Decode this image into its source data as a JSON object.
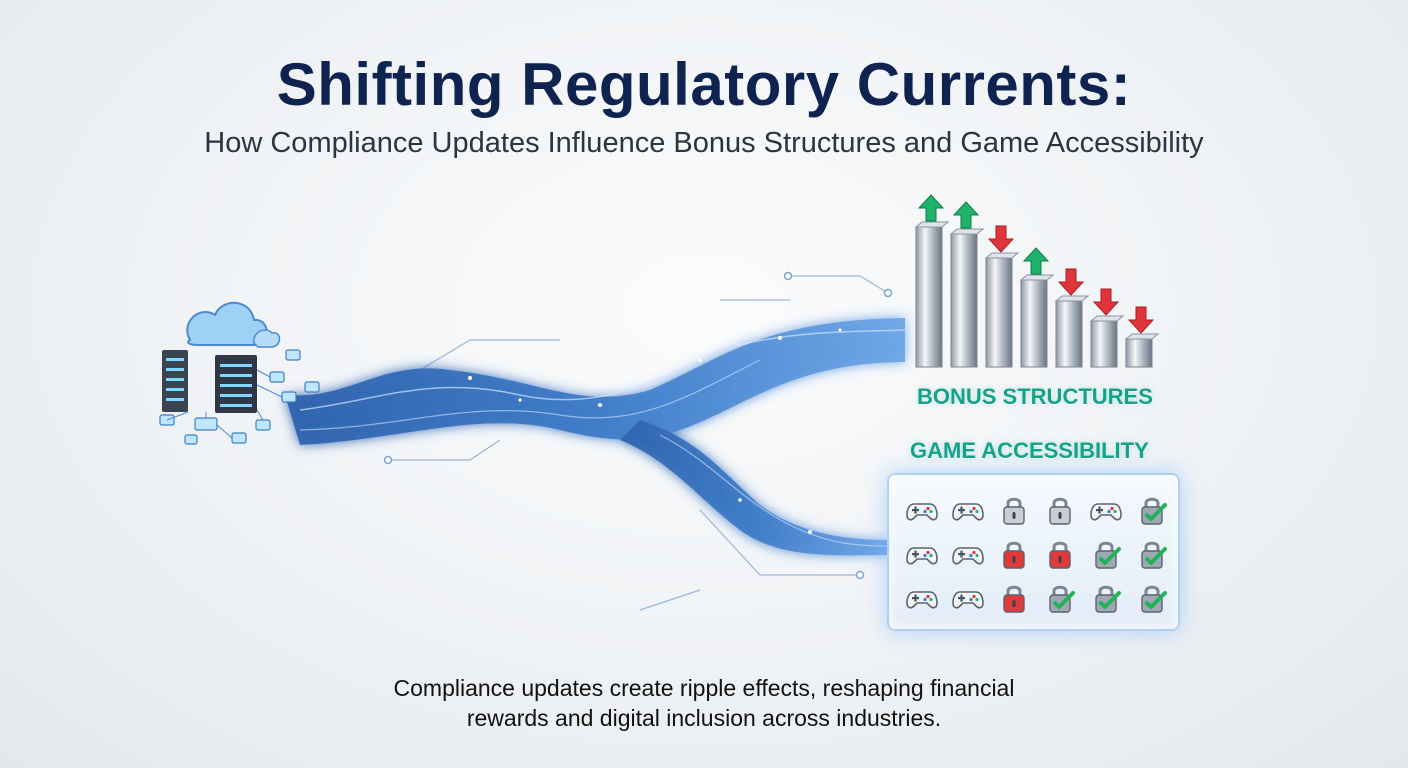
{
  "header": {
    "title": "Shifting Regulatory Currents:",
    "subtitle": "How Compliance Updates Influence Bonus Structures and Game Accessibility"
  },
  "labels": {
    "bonus": "BONUS STRUCTURES",
    "access": "GAME ACCESSIBILITY"
  },
  "caption": {
    "line1": "Compliance updates create ripple effects, reshaping financial",
    "line2": "rewards and digital inclusion across industries."
  },
  "colors": {
    "title": "#0f2350",
    "label": "#14a28a",
    "stream": "#3f78c4",
    "arrow_up": "#1db36b",
    "arrow_down": "#e0353a",
    "lock_red": "#e03a3a",
    "check": "#22b35a"
  },
  "bars": [
    {
      "level": 1.0,
      "arrow": "up"
    },
    {
      "level": 0.95,
      "arrow": "up"
    },
    {
      "level": 0.78,
      "arrow": "down"
    },
    {
      "level": 0.62,
      "arrow": "up"
    },
    {
      "level": 0.47,
      "arrow": "down"
    },
    {
      "level": 0.33,
      "arrow": "down"
    },
    {
      "level": 0.2,
      "arrow": "down"
    }
  ],
  "access_grid": [
    [
      "gamepad-icon",
      "gamepad-icon",
      "lock-grey-icon",
      "lock-grey-icon",
      "gamepad-icon",
      "lock-check-icon"
    ],
    [
      "gamepad-icon",
      "gamepad-icon",
      "lock-red-icon",
      "lock-red-icon",
      "lock-check-icon",
      "lock-check-icon"
    ],
    [
      "gamepad-icon",
      "gamepad-icon",
      "lock-red-icon",
      "lock-check-icon",
      "lock-check-icon",
      "lock-check-icon"
    ]
  ]
}
